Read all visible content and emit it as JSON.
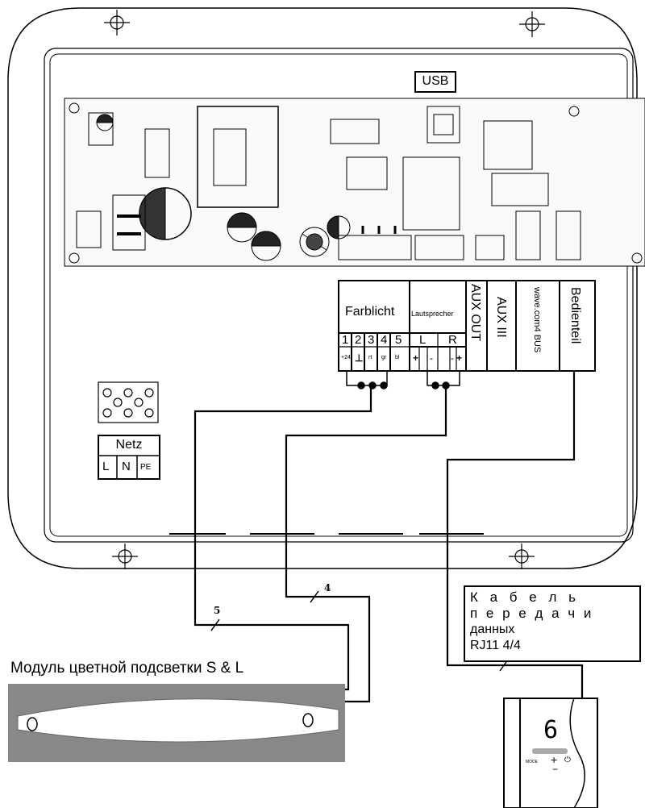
{
  "usb_label": "USB",
  "terminal_blocks": {
    "farblicht": {
      "title": "Farblicht",
      "pins": [
        "1",
        "2",
        "3",
        "4",
        "5"
      ],
      "pin_marks": [
        "+24",
        "⊥",
        "rt",
        "gr",
        "bl"
      ]
    },
    "lautsprecher": {
      "title": "Lautsprecher",
      "channels": [
        "L",
        "R"
      ],
      "polarity": [
        "+",
        "-",
        "-",
        "+"
      ]
    },
    "aux_out": "AUX OUT",
    "aux_iii": "AUX III",
    "wave_bus": "wave.com4 BUS",
    "bedienteil": "Bedienteil"
  },
  "netz": {
    "title": "Netz",
    "pins": [
      "L",
      "N",
      "PE"
    ]
  },
  "cable_counts": {
    "light": "5",
    "speaker": "4"
  },
  "data_cable": {
    "line1": "К а б е л ь",
    "line2": "п е р е д а ч и",
    "line3": "данных",
    "line4": "RJ11 4/4"
  },
  "module_label": "Модуль цветной подсветки S & L",
  "control_panel": {
    "display": "6",
    "mode": "MODE",
    "plus": "+",
    "minus": "−",
    "power": "⏻"
  }
}
